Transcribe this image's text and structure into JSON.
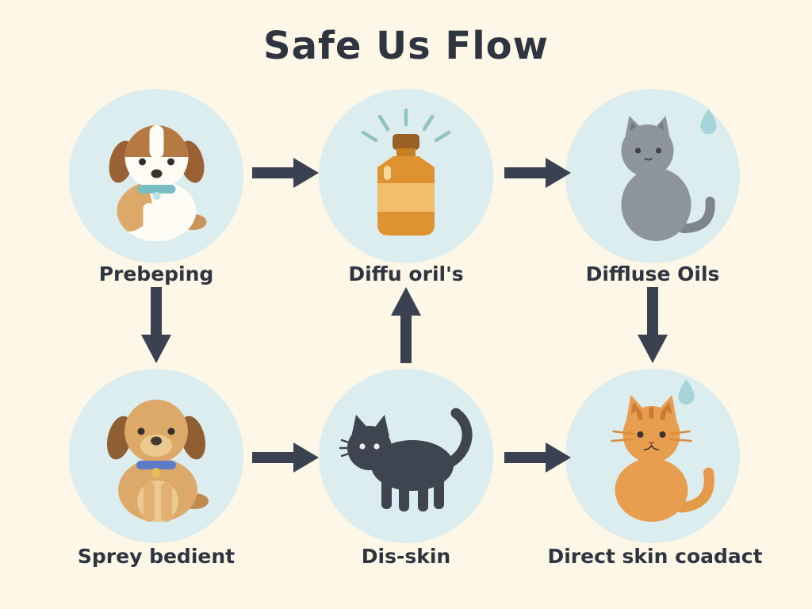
{
  "title": "Safe Us Flow",
  "nodes": [
    {
      "id": "prebeping",
      "label": "Prebeping",
      "icon": "beagle-puppy"
    },
    {
      "id": "diffu-orils",
      "label": "Diffu oril's",
      "icon": "essential-oil-bottle"
    },
    {
      "id": "diffluse-oils",
      "label": "Diffluse Oils",
      "icon": "gray-cat-with-droplet"
    },
    {
      "id": "sprey-bedient",
      "label": "Sprey bedient",
      "icon": "tan-dog"
    },
    {
      "id": "dis-skin",
      "label": "Dis-skin",
      "icon": "black-cat"
    },
    {
      "id": "direct-skin-coadact",
      "label": "Direct skin coadact",
      "icon": "orange-cat-with-droplet"
    }
  ],
  "connections": [
    {
      "from": "prebeping",
      "to": "diffu-orils",
      "direction": "right"
    },
    {
      "from": "diffu-orils",
      "to": "diffluse-oils",
      "direction": "right"
    },
    {
      "from": "prebeping",
      "to": "sprey-bedient",
      "direction": "down"
    },
    {
      "from": "dis-skin",
      "to": "diffu-orils",
      "direction": "up"
    },
    {
      "from": "diffluse-oils",
      "to": "direct-skin-coadact",
      "direction": "down"
    },
    {
      "from": "sprey-bedient",
      "to": "dis-skin",
      "direction": "right"
    },
    {
      "from": "dis-skin",
      "to": "direct-skin-coadact",
      "direction": "right"
    }
  ],
  "colors": {
    "background": "#FCF7E6",
    "node_circle": "#DCEDEF",
    "arrow": "#3A4150",
    "text": "#2E3440"
  }
}
